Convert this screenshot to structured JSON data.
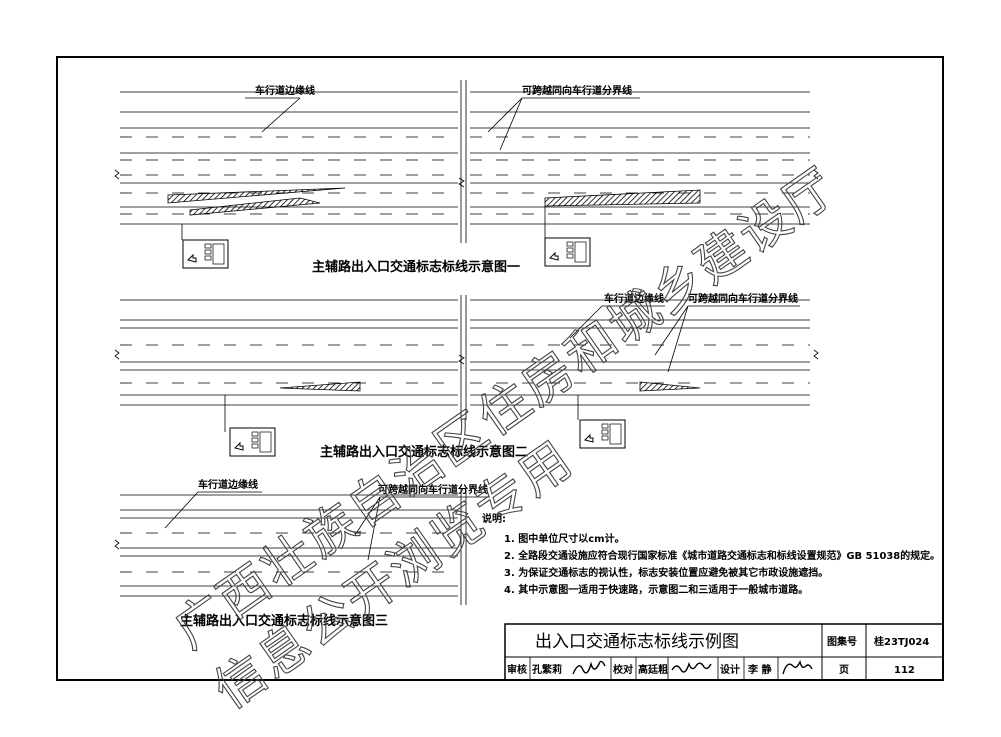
{
  "diagrams": [
    {
      "caption": "主辅路出入口交通标志标线示意图一",
      "labels": [
        "车行道边缘线",
        "可跨越同向车行道分界线"
      ]
    },
    {
      "caption": "主辅路出入口交通标志标线示意图二",
      "labels": [
        "车行道边缘线",
        "可跨越同向车行道分界线"
      ]
    },
    {
      "caption": "主辅路出入口交通标志标线示意图三",
      "labels": [
        "车行道边缘线",
        "可跨越同向车行道分界线"
      ]
    }
  ],
  "notes": {
    "heading": "说明:",
    "items": [
      "1. 图中单位尺寸以cm计。",
      "2. 全路段交通设施应符合现行国家标准《城市道路交通标志和标线设置规范》GB 51038的规定。",
      "3. 为保证交通标志的视认性，标志安装位置应避免被其它市政设施遮挡。",
      "4. 其中示意图一适用于快速路，示意图二和三适用于一般城市道路。"
    ]
  },
  "title_block": {
    "title": "出入口交通标志标线示例图",
    "atlas_label": "图集号",
    "atlas_no": "桂23TJ024",
    "review_label": "审核",
    "reviewer": "孔繁莉",
    "check_label": "校对",
    "checker": "高廷粗",
    "design_label": "设计",
    "designer": "李 静",
    "page_label": "页",
    "page_no": "112"
  },
  "watermark": {
    "line1": "广西壮族自治区住房和城乡建设厅",
    "line2": "信息公开浏览专用"
  }
}
